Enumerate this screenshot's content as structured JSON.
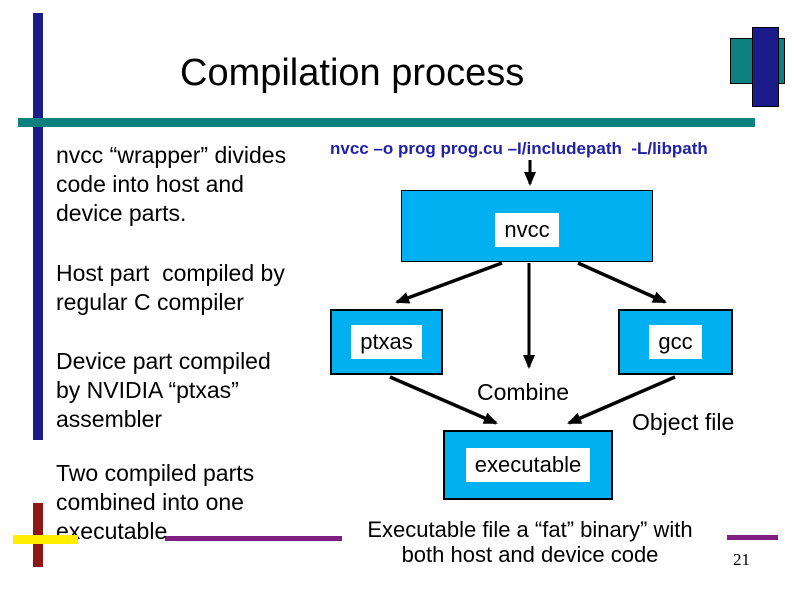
{
  "slide": {
    "title": "Compilation process",
    "page_number": "21",
    "bullets": [
      "nvcc “wrapper” divides\ncode into host and\ndevice parts.",
      "Host part  compiled by\nregular C compiler",
      "Device part compiled\nby NVIDIA “ptxas”\nassembler",
      "Two compiled parts\ncombined into one\nexecutable"
    ],
    "command": "nvcc –o prog prog.cu –I/includepath  -L/libpath",
    "diagram": {
      "nvcc_label": "nvcc",
      "ptxas_label": "ptxas",
      "gcc_label": "gcc",
      "executable_label": "executable",
      "combine_label": "Combine",
      "object_file_label": "Object file",
      "caption": "Executable file a “fat” binary” with\nboth host and device code"
    },
    "colors": {
      "box_fill": "#00b0f0",
      "command_text": "#2121a8",
      "teal_accent": "#0e8080",
      "navy_accent": "#1b1b8a",
      "dark_red_accent": "#8e1717",
      "purple_accent": "#7f1f82",
      "yellow_accent": "#ffee00"
    }
  }
}
